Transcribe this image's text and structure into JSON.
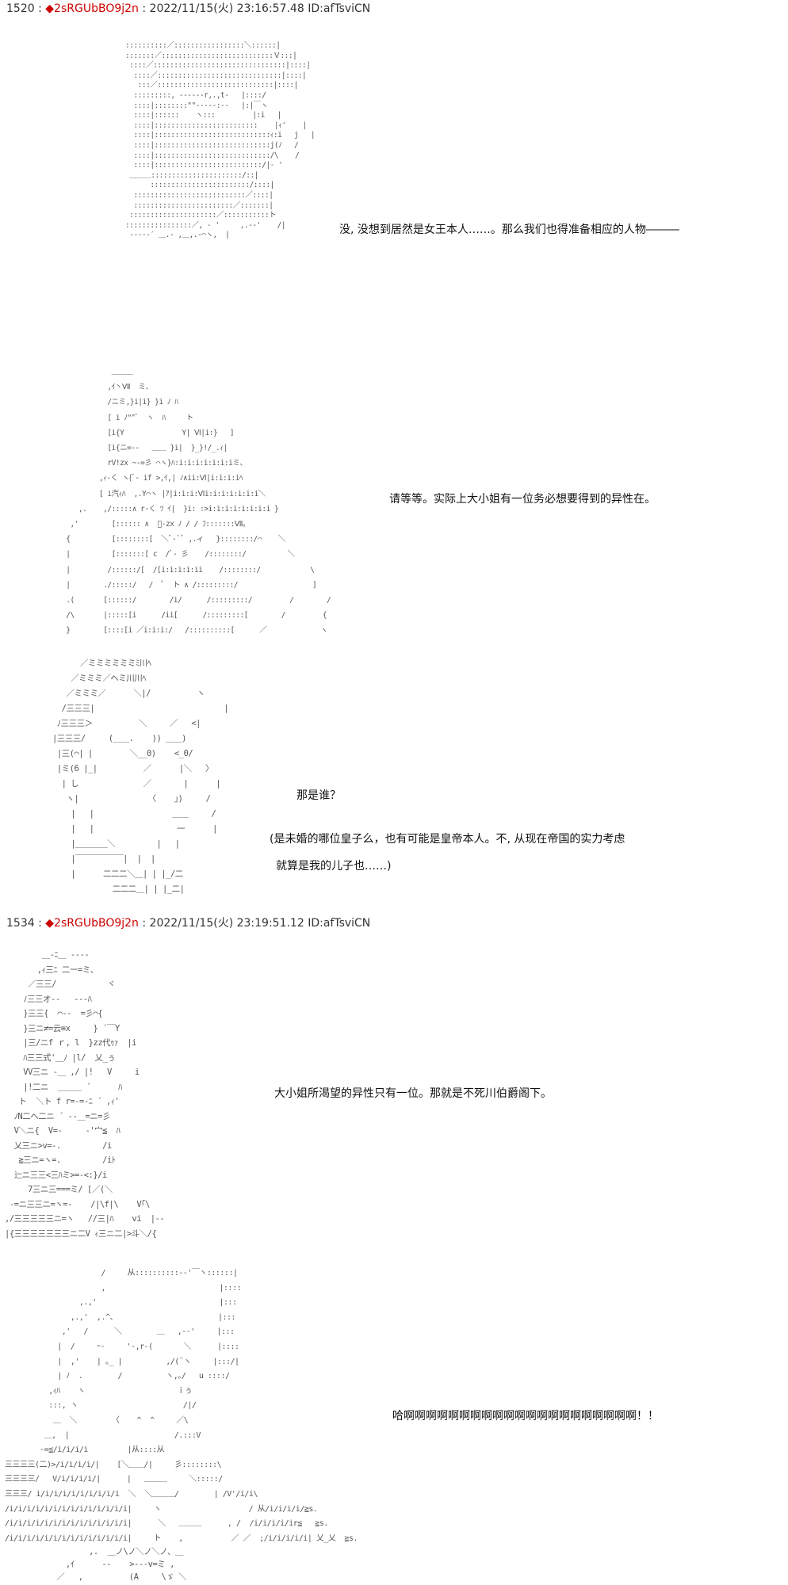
{
  "posts": [
    {
      "number": "1520",
      "separator": " : ",
      "mark": "◆",
      "trip": "2sRGUbBO9j2n",
      "meta": " : 2022/11/15(火) 23:16:57.48 ID:afTsviCN"
    },
    {
      "number": "1534",
      "separator": " : ",
      "mark": "◆",
      "trip": "2sRGUbBO9j2n",
      "meta": " : 2022/11/15(火) 23:19:51.12 ID:afTsviCN"
    }
  ],
  "aa": {
    "block1": "::::::::::／:::::::::::::::::＼::::::|\n:::::::／:::::::::::::::::::::::::::Ｖ:::|\n ::::／::::::::::::::::::::::::::::::::|::::|\n  ::::／::::::::::::::::::::::::::::::|::::|\n   :::／::::::::::::::::::::::::::::|::::|\n  :::::::::, ‐‐‐‐‐‐r,.,t‐   |::::/\n  ::::|::::::::\"\"‐‐‐‐‐:‐‐   |:|￣ヽ\n  ::::|::::::    ヽ:::         |:i   |\n  ::::|:::::::::::::::::::::::::    |ｨ'    |\n  ::::|::::::::::::::::::::::::::::ｨ:i   j   |\n  ::::|::::::::::::::::::::::::::::j(ﾉ   /\n  ::::|::::::::::::::::::::::::::::/\\    /\n  ::::|::::::::::::::::::::::::::/|‐ '\n ＿＿＿::::::::::::::::::::::/::|\n      ::::::::::::::::::::::::/::::|\n  :::::::::::::::::::::::::::／::::|\n  ::::::::::::::::::::::::／:::::::|\n :::::::::::::::::::::／:::::::::::ト\n::::::::::::::::／, ‐ '     ,.-‐'    /|\n ‐‐‐‐‐′ ＿.‐ ,＿,.‐⌒ヽ,  |",
    "block2": "            ＿＿＿\n           ,ｲ丶Ⅶ  ミ、\n           /ニミ,}i|i} }i ﾉ ﾊ\n           [ i ﾉ\"\"ﾞ  ヽ  ﾊ     ト\n           [i{Y              Y| Ⅵ|i:}   ]\n           [i{ニ=‐‐   ＿＿ }i|  }_}!/_.ｨ|\n           rV!zx ~‐=彡 ⌒ヽ}ﾊ:i:i:i:i:i:i:iミ、\n         ,ｨ‐く ヽ{ﾞ‐ if >,ｲ,| ﾉ∧ii:Ⅵ|i:i:i:iﾍ\n         [ i汽ｨﾊ  ,.Y⌒ヽ |ｱ|i:i:i:Ⅵi:i:i:i:i:i:i＼\n    ,.    ,/:::::∧ r‐く ﾂ ｲ|  }i: :>i:i:i:i:i:i:i:i }\n  ,'        [:::::: ∧  ﾞ‐zx ﾉ / / ﾌ:::::::Ⅶ。\n {          [::::::::[  ＼ﾞ‐`ﾞ ,.ィ   }::::::::/⌒    ＼\n |          [:::::::[ c  /ﾞ‐ 彡    /::::::::/          ＼\n |         /::::::/[  /[i:i:i:i:ii    /::::::::/            \\\n |        ./:::::/   /  ﾟ  ト ∧ /:::::::::/                  ]\n .(       [::::::/        /i/      /:::::::::/         /        /\n /\\       |:::::[i      /ii[      /:::::::::[        /         {\n }        [::::[i ／i:i:i:/   /::::::::::[      ／             ヽ",
    "block3": "      ／ミミミミミミﾐ川ﾍ\n    ／ミミミ／ヘミ川川ﾍ\n   ／ミミミ／      ＼|/          ヽ\n  /三三三|                            |\n ﾉ三三三＞          ＼     ／   <|\n|三三三/     (＿＿.    )) ＿＿)\n |三(⌒| |        ＼__0)    <_0/\n |ミ(6 |_|          ／      |＼   〉\n  | し              ／       |      |\n   ヽ|               〈    」)     /\n    |   |                 ＿＿     /\n    |   |                  一      |\n    |＿＿＿＿＼         |   |\n    |￣￣￣￣￣￣|  |  |\n    |      二二二＼＿| | |_/二\n             二二二＿| | |_二|",
    "block4": "        ＿‐ﾆ＿ ‐‐‐‐\n       ,ｨ三ﾆ 二ー=ミ、\n     ／三三/           ヾ\n    ﾉ三三オ‐‐   ‐‐‐ﾊ\n    }三三{  ⌒‐‐  =彡⌒{\n    }三ニ≠=云≡x     } ´￣Y\n    |三/ニf ｒ, l  }zz代ｩｧ  |i\n    ﾊ三三式'＿ﾉ |l/  乂_ぅ\n    VV三ニ ‐＿ ,/ |!   V     i\n    |!二ニ  ＿＿＿ ´      ﾊ\n   ト  ＼ト f r=‐=‐ﾆ ´ ,ｨ'\n  ﾉN二ヘ二ニ ´ ‐‐＿=ニ=彡\n  V＼ニ{  V=‐     ‐'宀≦  ﾊ\n  乂三ニ>v=‐.         /i\n   ≧三ニ=ヽ=.         /iﾄ\n  辷ニ三三<三ﾊミ>=‐<:}/i\n     7三ニ三===ミ/ [／(＼\n ‐=ニ三三ニ=ヽ=‐    /|\\f|\\    V｢\\\n,/三三三三三ニ=ヽ   //三|ﾊ    vi  |‐‐\n|{三三三三三三三ニ二V ｨ三ニ二|>斗＼/{",
    "block5": "                      /     从::::::::::‐‐'￣ヽ::::::|\n                      ,                          |::::\n                 ,.,'                            |:::\n               ,.,'  ,.^、                       |:::\n             ,'   /      ＼        ＿   ,-‐'     |:::\n            |  /     ｰ‐     '‐,r‐(       ＼      |::::\n            |  ,'    | ｡_ |          ,/(¯ヽ     |:::/|\n            | ﾉ  .        /          ヽ,｡/   u ::::/\n          ,ｨﾊ    ヽ                     ｉぅ\n          :::, ヽ                        /|/\n           ＿  ＼        〈    ^  ^     ／\\  \n         ＿,  |                        /.:::V\n        -=≦/i/i/i/i         |从::::从\n三三三三(二)>/i/i/i/i/|    [＼＿＿/|     彡::::::::\\\n三三三三/   V/i/i/i/i/|      |   ＿＿＿     ＼:::::/\n三三三/ i/i/i/i/i/i/i/i/i/i  ＼  ＼＿＿＿/        | /V'/i/i\\\n/i/i/i/i/i/i/i/i/i/i/i/i/i/i|     ヽ                    / 从/i/i/i/i/≧s.\n/i/i/i/i/i/i/i/i/i/i/i/i/i/i|      ＼   ＿＿＿      , /  /i/i/i/i/ir≦   ≧s.\n/i/i/i/i/i/i/i/i/i/i/i/i/i/i|     ト    ,           ／ ／  ;/i/i/i/i/i| 乂_乂  ≧s.",
    "block6": "           ,.  ＿ノ\\ノ＼ノ＼ノ、＿\n      ,ｲ      ‐‐    >‐‐‐v=ミ ,\n    ／   ,          (A     \\ゞ ＼"
  },
  "dialogs": {
    "d1": "没, 没想到居然是女王本人……。那么我们也得准备相应的人物―――",
    "d2": "请等等。实际上大小姐有一位务必想要得到的异性在。",
    "d3": "那是谁？",
    "d4": "(是未婚的哪位皇子么，也有可能是皇帝本人。不, 从现在帝国的实力考虑",
    "d5": "就算是我的儿子也……)",
    "d6": "大小姐所渴望的异性只有一位。那就是不死川伯爵阁下。",
    "d7": "哈啊啊啊啊啊啊啊啊啊啊啊啊啊啊啊啊啊啊啊啊啊！！"
  }
}
